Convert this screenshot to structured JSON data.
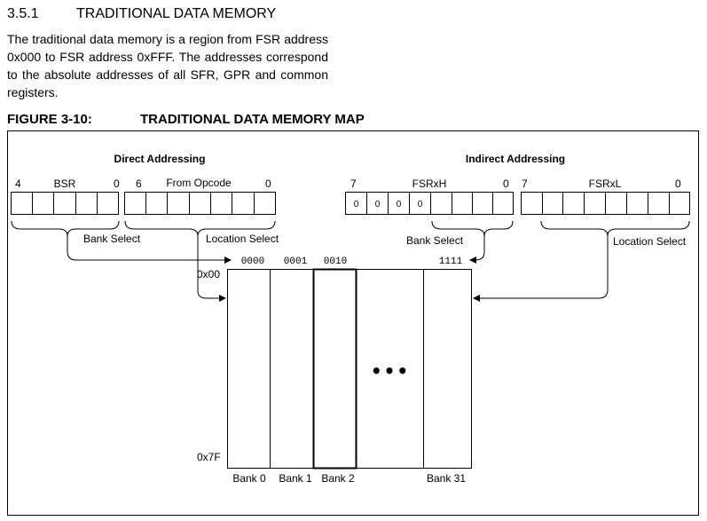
{
  "section": {
    "number": "3.5.1",
    "title": "TRADITIONAL DATA MEMORY",
    "paragraph": "The traditional data memory is a region from FSR address 0x000 to FSR address 0xFFF. The addresses correspond to the absolute addresses of all SFR, GPR and common registers."
  },
  "figure": {
    "label": "FIGURE 3-10:",
    "title": "TRADITIONAL DATA MEMORY MAP",
    "direct": {
      "heading": "Direct Addressing",
      "bsr": {
        "label": "BSR",
        "msb": "4",
        "lsb": "0"
      },
      "opcode": {
        "label": "From Opcode",
        "msb": "6",
        "lsb": "0"
      },
      "bank_select": "Bank Select",
      "location_select": "Location Select"
    },
    "indirect": {
      "heading": "Indirect Addressing",
      "fsrh": {
        "label": "FSRxH",
        "msb": "7",
        "lsb": "0",
        "fixed_bits": [
          "0",
          "0",
          "0",
          "0"
        ]
      },
      "fsrl": {
        "label": "FSRxL",
        "msb": "7",
        "lsb": "0"
      },
      "bank_select": "Bank Select",
      "location_select": "Location Select"
    },
    "memory": {
      "bank_codes": [
        "0000",
        "0001",
        "0010",
        "1111"
      ],
      "addr_top": "0x00",
      "addr_bottom": "0x7F",
      "ellipsis": "•••",
      "banks": [
        "Bank 0",
        "Bank 1",
        "Bank 2",
        "Bank 31"
      ]
    }
  }
}
